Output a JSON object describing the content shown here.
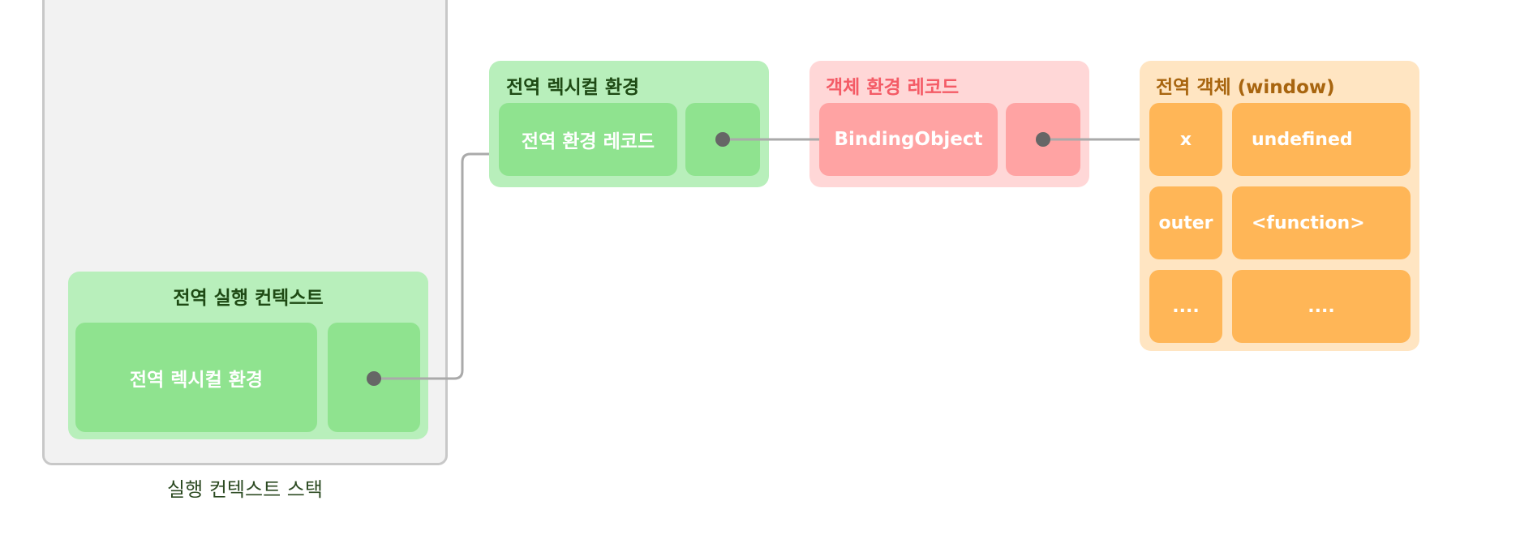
{
  "stack": {
    "caption": "실행 컨텍스트 스택",
    "context": {
      "title": "전역 실행 컨텍스트",
      "lexical_env_label": "전역 렉시컬 환경"
    }
  },
  "lexical_env": {
    "title": "전역 렉시컬 환경",
    "record_label": "전역 환경 레코드"
  },
  "object_env_record": {
    "title": "객체 환경 레코드",
    "binding_label": "BindingObject"
  },
  "global_object": {
    "title": "전역 객체 (window)",
    "rows": [
      {
        "key": "x",
        "value": "undefined"
      },
      {
        "key": "outer",
        "value": "<function>"
      },
      {
        "key": "....",
        "value": "...."
      }
    ]
  },
  "colors": {
    "green_box": "#b8efbb",
    "green_cell": "#8fe38f",
    "red_box": "#ffd7d7",
    "red_cell": "#ffa3a3",
    "orange_box": "#ffe5c2",
    "orange_cell": "#ffb657",
    "connector": "#aaaaaa",
    "dot": "#666666"
  }
}
